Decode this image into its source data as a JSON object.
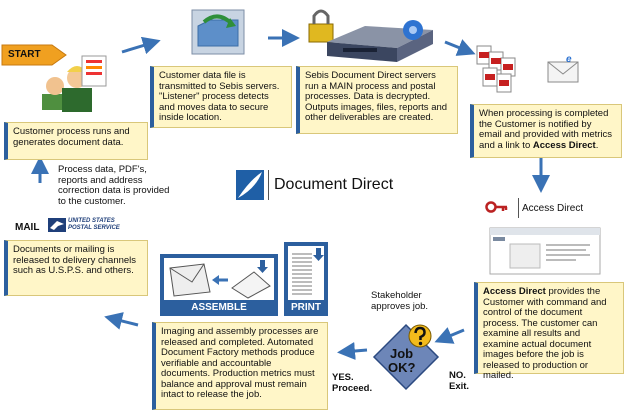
{
  "start_label": "START",
  "step1": {
    "text": "Customer process runs and generates document data."
  },
  "step2": {
    "text": "Customer data file is transmitted to Sebis servers. \"Listener\" process detects and moves data to secure inside location."
  },
  "step3": {
    "text": "Sebis Document Direct servers run a MAIN process and postal processes. Data is decrypted. Outputs images, files, reports and other deliverables are created."
  },
  "step4": {
    "text_pre": "When processing is completed the Customer is notified by email and provided with metrics and a link to ",
    "text_bold": "Access Direct",
    "text_post": "."
  },
  "step5": {
    "text_bold": "Access Direct",
    "text_post": " provides the Customer with command and control of the document process. The customer can examine all results and examine actual document images before the job is released to production or mailed."
  },
  "step6": {
    "text": "Imaging and assembly processes are released and completed. Automated Document Factory methods produce verifiable and accountable documents. Production metrics must balance and approval must remain intact to release the job."
  },
  "step7": {
    "text": "Documents or mailing is released to delivery channels such as U.S.P.S. and others."
  },
  "step8": {
    "text": "Process data, PDF's, reports and address correction data is provided to the customer."
  },
  "logo": {
    "title": "Document Direct"
  },
  "access_direct": {
    "title": "Access Direct"
  },
  "mail": {
    "label": "MAIL",
    "usps_line1": "UNITED STATES",
    "usps_line2": "POSTAL SERVICE"
  },
  "stakeholder": {
    "text": "Stakeholder approves job."
  },
  "decision": {
    "line1": "Job",
    "line2": "OK?"
  },
  "yes_label": {
    "line1": "YES.",
    "line2": "Proceed."
  },
  "no_label": {
    "line1": "NO.",
    "line2": "Exit."
  },
  "assemble_label": "ASSEMBLE",
  "print_label": "PRINT",
  "email_glyph": "e",
  "colors": {
    "arrow": "#3a72b5",
    "box_fill": "#fff6c8",
    "box_accent": "#2c5f9e",
    "start": "#f0a020"
  }
}
